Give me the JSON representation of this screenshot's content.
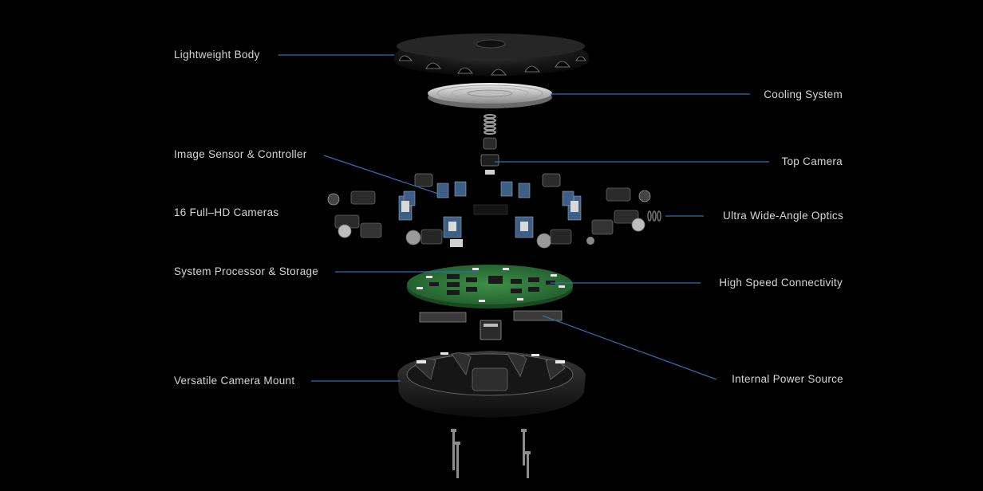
{
  "labels": {
    "lightweight_body": "Lightweight Body",
    "cooling_system": "Cooling System",
    "image_sensor_controller": "Image Sensor & Controller",
    "top_camera": "Top Camera",
    "full_hd_cameras": "16 Full–HD Cameras",
    "ultra_wide_angle_optics": "Ultra Wide-Angle Optics",
    "system_processor_storage": "System Processor & Storage",
    "high_speed_connectivity": "High Speed Connectivity",
    "internal_power_source": "Internal Power Source",
    "versatile_camera_mount": "Versatile Camera Mount"
  },
  "colors": {
    "background": "#000000",
    "leader_line": "#2f6fb0",
    "label_text": "#d6d6d6",
    "circuit_board": "#2f7a3c"
  }
}
